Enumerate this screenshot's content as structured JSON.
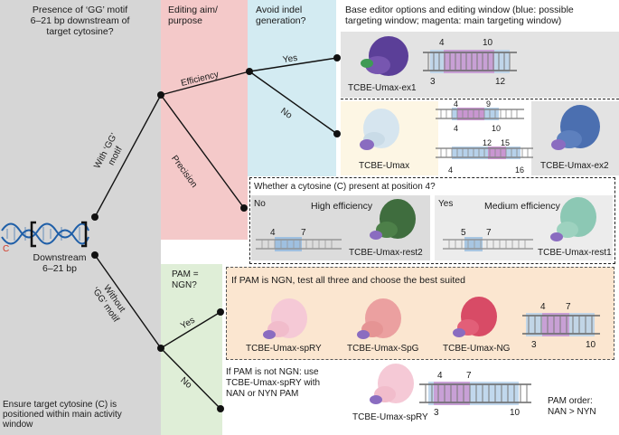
{
  "header": {
    "col1": "Presence of ‘GG’ motif\n6–21 bp downstream of\ntarget cytosine?",
    "col2": "Editing aim/\npurpose",
    "col3": "Avoid indel\ngeneration?",
    "col4": "Base editor options and editing window (blue: possible\ntargeting window; magenta: main targeting window)"
  },
  "left": {
    "c_label": "C",
    "downstream": "Downstream\n6–21 bp",
    "with_gg": "With ‘GG’\nmotif",
    "without_gg": "Without\n‘GG’ motif",
    "ensure": "Ensure target cytosine (C) is\npositioned within main activity\nwindow"
  },
  "branches": {
    "efficiency": "Efficiency",
    "precision": "Precision",
    "yes_indel": "Yes",
    "no_indel": "No",
    "pam_question": "PAM =\nNGN?",
    "yes_pam": "Yes",
    "no_pam": "No"
  },
  "editors": {
    "ex1": {
      "name": "TCBE-Umax-ex1",
      "n1": "4",
      "n2": "10",
      "n3": "3",
      "n4": "12"
    },
    "umax": {
      "name": "TCBE-Umax",
      "n1": "4",
      "n2": "9",
      "n3": "4",
      "n4": "10"
    },
    "ex2": {
      "name": "TCBE-Umax-ex2",
      "n1": "12",
      "n2": "15",
      "n3": "4",
      "n4": "16"
    },
    "rest2": {
      "name": "TCBE-Umax-rest2",
      "n1": "4",
      "n2": "7"
    },
    "rest1": {
      "name": "TCBE-Umax-rest1",
      "n1": "5",
      "n2": "7"
    },
    "spry": {
      "name": "TCBE-Umax-spRY"
    },
    "spg": {
      "name": "TCBE-Umax-SpG"
    },
    "ng": {
      "name": "TCBE-Umax-NG",
      "n1": "4",
      "n2": "7",
      "n3": "3",
      "n4": "10"
    },
    "spry2": {
      "name": "TCBE-Umax-spRY",
      "n1": "4",
      "n2": "7",
      "n3": "3",
      "n4": "10"
    }
  },
  "precision_box": {
    "title": "Whether a cytosine (C) present at position 4?",
    "no": "No",
    "high": "High efficiency",
    "yes": "Yes",
    "medium": "Medium efficiency"
  },
  "ngn_box": {
    "title": "If PAM is NGN, test all three and choose the best suited"
  },
  "not_ngn": {
    "text": "If PAM is not NGN: use\nTCBE-Umax-spRY with\nNAN or NYN PAM",
    "pam_order": "PAM order:\nNAN > NYN"
  },
  "colors": {
    "gray": "#d6d6d6",
    "green": "#dcebd2",
    "pink": "#f2c9c9",
    "blue": "#cfe9f1",
    "cream": "#fdf6e3",
    "peach": "#fbe5cf",
    "box_gray": "#e0e0e0"
  }
}
